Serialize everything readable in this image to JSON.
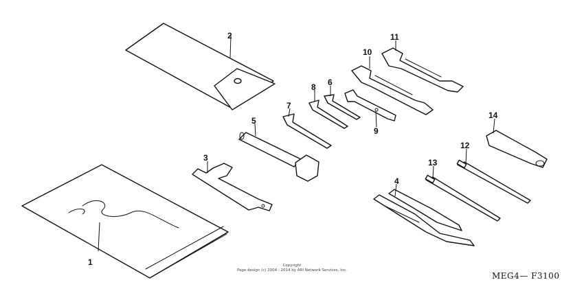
{
  "diagram": {
    "callouts": [
      "1",
      "2",
      "3",
      "4",
      "5",
      "6",
      "7",
      "8",
      "9",
      "10",
      "11",
      "12",
      "13",
      "14"
    ],
    "copyright_line1": "Copyright",
    "copyright_line2": "Page design (c) 2004 - 2014 by ARI Network Services, Inc.",
    "figure_code": "MEG4— F3100"
  }
}
